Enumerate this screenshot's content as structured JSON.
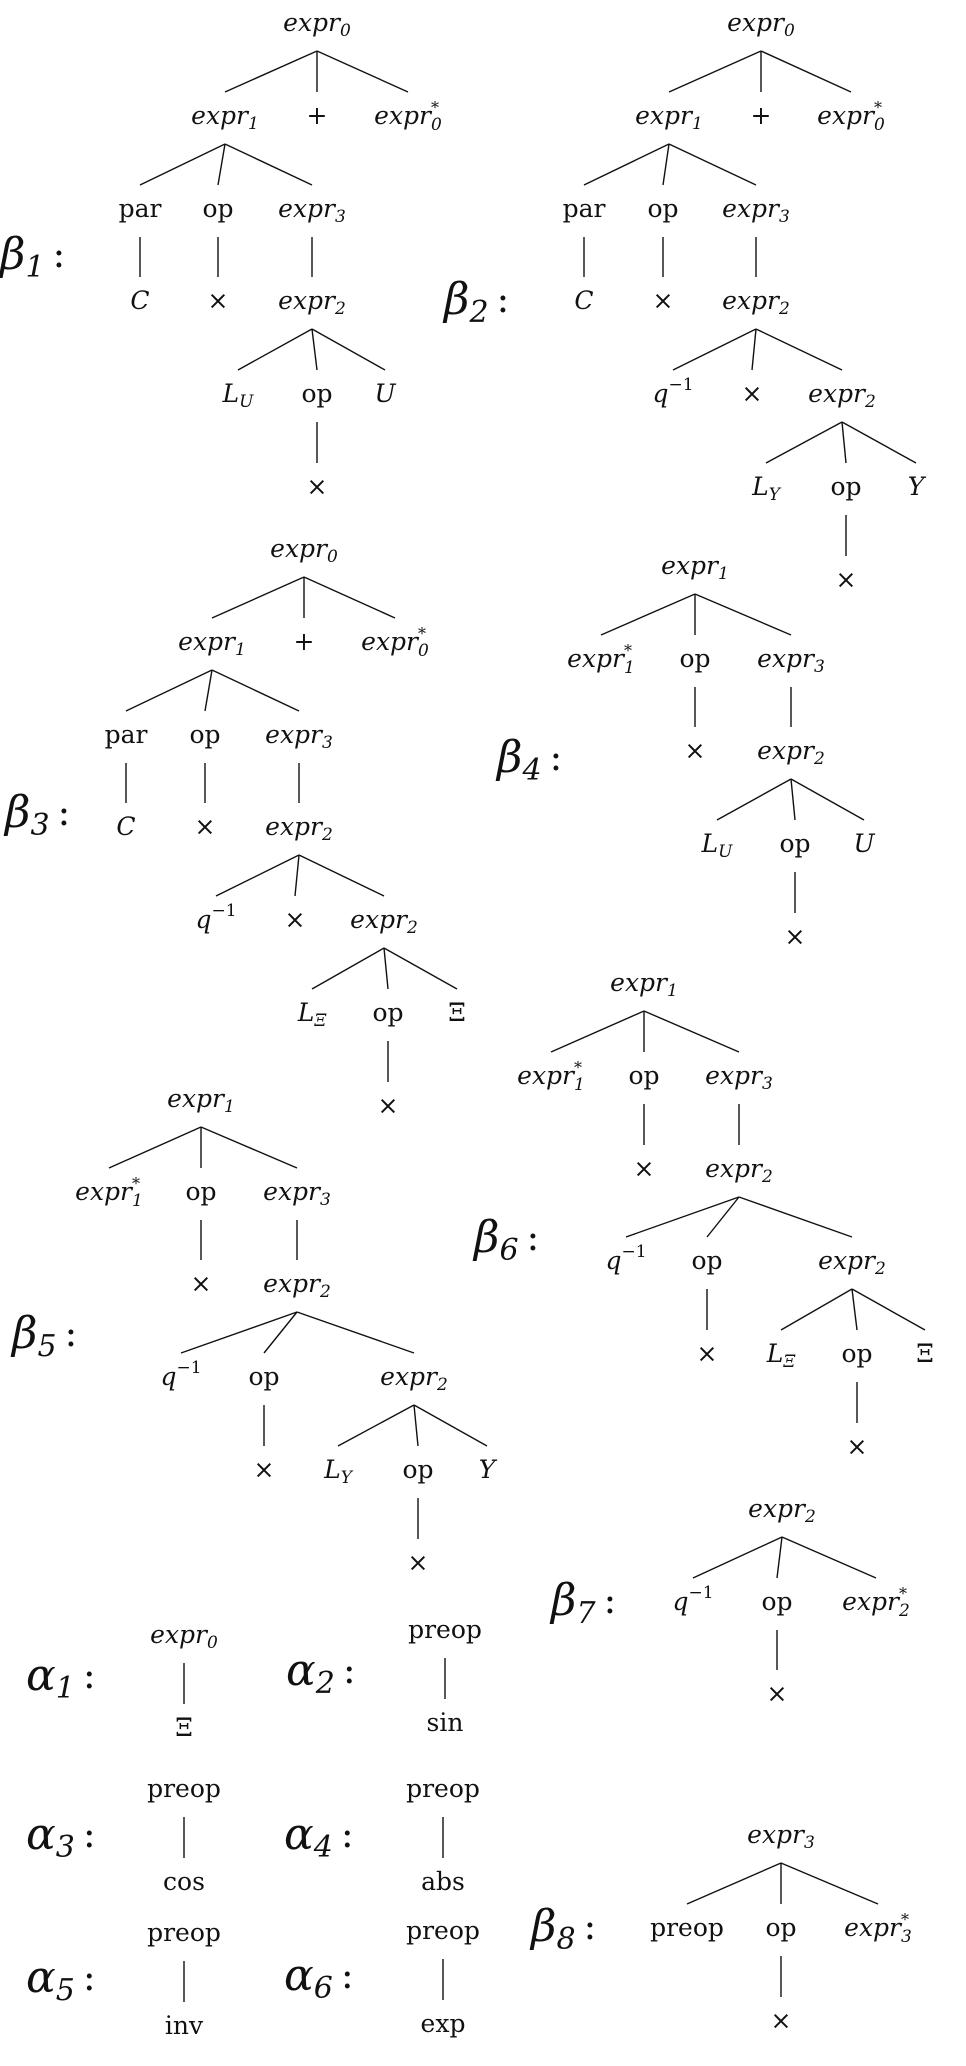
{
  "trees": [
    {
      "id": "beta-1",
      "label": {
        "base": "β",
        "sub": "1",
        "sep": ":"
      },
      "nodes": [
        {
          "id": "b1-n0",
          "base": "expr",
          "sub": "0",
          "it": true
        },
        {
          "id": "b1-n1",
          "base": "expr",
          "sub": "1",
          "it": true
        },
        {
          "id": "b1-n2",
          "base": "+",
          "it": false
        },
        {
          "id": "b1-n3",
          "base": "expr",
          "sub": "0",
          "sup": "*",
          "it": true
        },
        {
          "id": "b1-n4",
          "base": "par",
          "it": false
        },
        {
          "id": "b1-n5",
          "base": "op",
          "it": false
        },
        {
          "id": "b1-n6",
          "base": "expr",
          "sub": "3",
          "it": true
        },
        {
          "id": "b1-n7",
          "base": "C",
          "it": true
        },
        {
          "id": "b1-n8",
          "base": "×",
          "it": false
        },
        {
          "id": "b1-n9",
          "base": "expr",
          "sub": "2",
          "it": true
        },
        {
          "id": "b1-n10",
          "base": "L",
          "sub": "U",
          "it": true
        },
        {
          "id": "b1-n11",
          "base": "op",
          "it": false
        },
        {
          "id": "b1-n12",
          "base": "U",
          "it": true
        },
        {
          "id": "b1-n13",
          "base": "×",
          "it": false
        }
      ],
      "edges": [
        [
          "b1-n0",
          "b1-n1"
        ],
        [
          "b1-n0",
          "b1-n2"
        ],
        [
          "b1-n0",
          "b1-n3"
        ],
        [
          "b1-n1",
          "b1-n4"
        ],
        [
          "b1-n1",
          "b1-n5"
        ],
        [
          "b1-n1",
          "b1-n6"
        ],
        [
          "b1-n4",
          "b1-n7"
        ],
        [
          "b1-n5",
          "b1-n8"
        ],
        [
          "b1-n6",
          "b1-n9"
        ],
        [
          "b1-n9",
          "b1-n10"
        ],
        [
          "b1-n9",
          "b1-n11"
        ],
        [
          "b1-n9",
          "b1-n12"
        ],
        [
          "b1-n11",
          "b1-n13"
        ]
      ]
    },
    {
      "id": "beta-2",
      "label": {
        "base": "β",
        "sub": "2",
        "sep": ":"
      },
      "nodes": [
        {
          "id": "b2-n0",
          "base": "expr",
          "sub": "0",
          "it": true
        },
        {
          "id": "b2-n1",
          "base": "expr",
          "sub": "1",
          "it": true
        },
        {
          "id": "b2-n2",
          "base": "+",
          "it": false
        },
        {
          "id": "b2-n3",
          "base": "expr",
          "sub": "0",
          "sup": "*",
          "it": true
        },
        {
          "id": "b2-n4",
          "base": "par",
          "it": false
        },
        {
          "id": "b2-n5",
          "base": "op",
          "it": false
        },
        {
          "id": "b2-n6",
          "base": "expr",
          "sub": "3",
          "it": true
        },
        {
          "id": "b2-n7",
          "base": "C",
          "it": true
        },
        {
          "id": "b2-n8",
          "base": "×",
          "it": false
        },
        {
          "id": "b2-n9",
          "base": "expr",
          "sub": "2",
          "it": true
        },
        {
          "id": "b2-n10",
          "base": "q",
          "sup": "−1",
          "it": true
        },
        {
          "id": "b2-n11",
          "base": "×",
          "it": false
        },
        {
          "id": "b2-n12",
          "base": "expr",
          "sub": "2",
          "it": true
        },
        {
          "id": "b2-n13",
          "base": "L",
          "sub": "Y",
          "it": true
        },
        {
          "id": "b2-n14",
          "base": "op",
          "it": false
        },
        {
          "id": "b2-n15",
          "base": "Y",
          "it": true
        },
        {
          "id": "b2-n16",
          "base": "×",
          "it": false
        }
      ],
      "edges": [
        [
          "b2-n0",
          "b2-n1"
        ],
        [
          "b2-n0",
          "b2-n2"
        ],
        [
          "b2-n0",
          "b2-n3"
        ],
        [
          "b2-n1",
          "b2-n4"
        ],
        [
          "b2-n1",
          "b2-n5"
        ],
        [
          "b2-n1",
          "b2-n6"
        ],
        [
          "b2-n4",
          "b2-n7"
        ],
        [
          "b2-n5",
          "b2-n8"
        ],
        [
          "b2-n6",
          "b2-n9"
        ],
        [
          "b2-n9",
          "b2-n10"
        ],
        [
          "b2-n9",
          "b2-n11"
        ],
        [
          "b2-n9",
          "b2-n12"
        ],
        [
          "b2-n12",
          "b2-n13"
        ],
        [
          "b2-n12",
          "b2-n14"
        ],
        [
          "b2-n12",
          "b2-n15"
        ],
        [
          "b2-n14",
          "b2-n16"
        ]
      ]
    },
    {
      "id": "beta-3",
      "label": {
        "base": "β",
        "sub": "3",
        "sep": ":"
      },
      "nodes": [
        {
          "id": "b3-n0",
          "base": "expr",
          "sub": "0",
          "it": true
        },
        {
          "id": "b3-n1",
          "base": "expr",
          "sub": "1",
          "it": true
        },
        {
          "id": "b3-n2",
          "base": "+",
          "it": false
        },
        {
          "id": "b3-n3",
          "base": "expr",
          "sub": "0",
          "sup": "*",
          "it": true
        },
        {
          "id": "b3-n4",
          "base": "par",
          "it": false
        },
        {
          "id": "b3-n5",
          "base": "op",
          "it": false
        },
        {
          "id": "b3-n6",
          "base": "expr",
          "sub": "3",
          "it": true
        },
        {
          "id": "b3-n7",
          "base": "C",
          "it": true
        },
        {
          "id": "b3-n8",
          "base": "×",
          "it": false
        },
        {
          "id": "b3-n9",
          "base": "expr",
          "sub": "2",
          "it": true
        },
        {
          "id": "b3-n10",
          "base": "q",
          "sup": "−1",
          "it": true
        },
        {
          "id": "b3-n11",
          "base": "×",
          "it": false
        },
        {
          "id": "b3-n12",
          "base": "expr",
          "sub": "2",
          "it": true
        },
        {
          "id": "b3-n13",
          "base": "L",
          "sub": "Ξ",
          "it": true
        },
        {
          "id": "b3-n14",
          "base": "op",
          "it": false
        },
        {
          "id": "b3-n15",
          "base": "Ξ",
          "it": false
        },
        {
          "id": "b3-n16",
          "base": "×",
          "it": false
        }
      ],
      "edges": [
        [
          "b3-n0",
          "b3-n1"
        ],
        [
          "b3-n0",
          "b3-n2"
        ],
        [
          "b3-n0",
          "b3-n3"
        ],
        [
          "b3-n1",
          "b3-n4"
        ],
        [
          "b3-n1",
          "b3-n5"
        ],
        [
          "b3-n1",
          "b3-n6"
        ],
        [
          "b3-n4",
          "b3-n7"
        ],
        [
          "b3-n5",
          "b3-n8"
        ],
        [
          "b3-n6",
          "b3-n9"
        ],
        [
          "b3-n9",
          "b3-n10"
        ],
        [
          "b3-n9",
          "b3-n11"
        ],
        [
          "b3-n9",
          "b3-n12"
        ],
        [
          "b3-n12",
          "b3-n13"
        ],
        [
          "b3-n12",
          "b3-n14"
        ],
        [
          "b3-n12",
          "b3-n15"
        ],
        [
          "b3-n14",
          "b3-n16"
        ]
      ]
    },
    {
      "id": "beta-4",
      "label": {
        "base": "β",
        "sub": "4",
        "sep": ":"
      },
      "nodes": [
        {
          "id": "b4-n0",
          "base": "expr",
          "sub": "1",
          "it": true
        },
        {
          "id": "b4-n1",
          "base": "expr",
          "sub": "1",
          "sup": "*",
          "it": true
        },
        {
          "id": "b4-n2",
          "base": "op",
          "it": false
        },
        {
          "id": "b4-n3",
          "base": "expr",
          "sub": "3",
          "it": true
        },
        {
          "id": "b4-n4",
          "base": "×",
          "it": false
        },
        {
          "id": "b4-n5",
          "base": "expr",
          "sub": "2",
          "it": true
        },
        {
          "id": "b4-n6",
          "base": "L",
          "sub": "U",
          "it": true
        },
        {
          "id": "b4-n7",
          "base": "op",
          "it": false
        },
        {
          "id": "b4-n8",
          "base": "U",
          "it": true
        },
        {
          "id": "b4-n9",
          "base": "×",
          "it": false
        }
      ],
      "edges": [
        [
          "b4-n0",
          "b4-n1"
        ],
        [
          "b4-n0",
          "b4-n2"
        ],
        [
          "b4-n0",
          "b4-n3"
        ],
        [
          "b4-n2",
          "b4-n4"
        ],
        [
          "b4-n3",
          "b4-n5"
        ],
        [
          "b4-n5",
          "b4-n6"
        ],
        [
          "b4-n5",
          "b4-n7"
        ],
        [
          "b4-n5",
          "b4-n8"
        ],
        [
          "b4-n7",
          "b4-n9"
        ]
      ]
    },
    {
      "id": "beta-5",
      "label": {
        "base": "β",
        "sub": "5",
        "sep": ":"
      },
      "nodes": [
        {
          "id": "b5-n0",
          "base": "expr",
          "sub": "1",
          "it": true
        },
        {
          "id": "b5-n1",
          "base": "expr",
          "sub": "1",
          "sup": "*",
          "it": true
        },
        {
          "id": "b5-n2",
          "base": "op",
          "it": false
        },
        {
          "id": "b5-n3",
          "base": "expr",
          "sub": "3",
          "it": true
        },
        {
          "id": "b5-n4",
          "base": "×",
          "it": false
        },
        {
          "id": "b5-n5",
          "base": "expr",
          "sub": "2",
          "it": true
        },
        {
          "id": "b5-n6",
          "base": "q",
          "sup": "−1",
          "it": true
        },
        {
          "id": "b5-n7",
          "base": "op",
          "it": false
        },
        {
          "id": "b5-n8",
          "base": "expr",
          "sub": "2",
          "it": true
        },
        {
          "id": "b5-n9",
          "base": "×",
          "it": false
        },
        {
          "id": "b5-n10",
          "base": "L",
          "sub": "Y",
          "it": true
        },
        {
          "id": "b5-n11",
          "base": "op",
          "it": false
        },
        {
          "id": "b5-n12",
          "base": "Y",
          "it": true
        },
        {
          "id": "b5-n13",
          "base": "×",
          "it": false
        }
      ],
      "edges": [
        [
          "b5-n0",
          "b5-n1"
        ],
        [
          "b5-n0",
          "b5-n2"
        ],
        [
          "b5-n0",
          "b5-n3"
        ],
        [
          "b5-n2",
          "b5-n4"
        ],
        [
          "b5-n3",
          "b5-n5"
        ],
        [
          "b5-n5",
          "b5-n6"
        ],
        [
          "b5-n5",
          "b5-n7"
        ],
        [
          "b5-n5",
          "b5-n8"
        ],
        [
          "b5-n7",
          "b5-n9"
        ],
        [
          "b5-n8",
          "b5-n10"
        ],
        [
          "b5-n8",
          "b5-n11"
        ],
        [
          "b5-n8",
          "b5-n12"
        ],
        [
          "b5-n11",
          "b5-n13"
        ]
      ]
    },
    {
      "id": "beta-6",
      "label": {
        "base": "β",
        "sub": "6",
        "sep": ":"
      },
      "nodes": [
        {
          "id": "b6-n0",
          "base": "expr",
          "sub": "1",
          "it": true
        },
        {
          "id": "b6-n1",
          "base": "expr",
          "sub": "1",
          "sup": "*",
          "it": true
        },
        {
          "id": "b6-n2",
          "base": "op",
          "it": false
        },
        {
          "id": "b6-n3",
          "base": "expr",
          "sub": "3",
          "it": true
        },
        {
          "id": "b6-n4",
          "base": "×",
          "it": false
        },
        {
          "id": "b6-n5",
          "base": "expr",
          "sub": "2",
          "it": true
        },
        {
          "id": "b6-n6",
          "base": "q",
          "sup": "−1",
          "it": true
        },
        {
          "id": "b6-n7",
          "base": "op",
          "it": false
        },
        {
          "id": "b6-n8",
          "base": "expr",
          "sub": "2",
          "it": true
        },
        {
          "id": "b6-n9",
          "base": "×",
          "it": false
        },
        {
          "id": "b6-n10",
          "base": "L",
          "sub": "Ξ",
          "it": true
        },
        {
          "id": "b6-n11",
          "base": "op",
          "it": false
        },
        {
          "id": "b6-n12",
          "base": "Ξ",
          "it": false
        },
        {
          "id": "b6-n13",
          "base": "×",
          "it": false
        }
      ],
      "edges": [
        [
          "b6-n0",
          "b6-n1"
        ],
        [
          "b6-n0",
          "b6-n2"
        ],
        [
          "b6-n0",
          "b6-n3"
        ],
        [
          "b6-n2",
          "b6-n4"
        ],
        [
          "b6-n3",
          "b6-n5"
        ],
        [
          "b6-n5",
          "b6-n6"
        ],
        [
          "b6-n5",
          "b6-n7"
        ],
        [
          "b6-n5",
          "b6-n8"
        ],
        [
          "b6-n7",
          "b6-n9"
        ],
        [
          "b6-n8",
          "b6-n10"
        ],
        [
          "b6-n8",
          "b6-n11"
        ],
        [
          "b6-n8",
          "b6-n12"
        ],
        [
          "b6-n11",
          "b6-n13"
        ]
      ]
    },
    {
      "id": "beta-7",
      "label": {
        "base": "β",
        "sub": "7",
        "sep": ":"
      },
      "nodes": [
        {
          "id": "b7-n0",
          "base": "expr",
          "sub": "2",
          "it": true
        },
        {
          "id": "b7-n1",
          "base": "q",
          "sup": "−1",
          "it": true
        },
        {
          "id": "b7-n2",
          "base": "op",
          "it": false
        },
        {
          "id": "b7-n3",
          "base": "expr",
          "sub": "2",
          "sup": "*",
          "it": true
        },
        {
          "id": "b7-n4",
          "base": "×",
          "it": false
        }
      ],
      "edges": [
        [
          "b7-n0",
          "b7-n1"
        ],
        [
          "b7-n0",
          "b7-n2"
        ],
        [
          "b7-n0",
          "b7-n3"
        ],
        [
          "b7-n2",
          "b7-n4"
        ]
      ]
    },
    {
      "id": "beta-8",
      "label": {
        "base": "β",
        "sub": "8",
        "sep": ":"
      },
      "nodes": [
        {
          "id": "b8-n0",
          "base": "expr",
          "sub": "3",
          "it": true
        },
        {
          "id": "b8-n1",
          "base": "preop",
          "it": false
        },
        {
          "id": "b8-n2",
          "base": "op",
          "it": false
        },
        {
          "id": "b8-n3",
          "base": "expr",
          "sub": "3",
          "sup": "*",
          "it": true
        },
        {
          "id": "b8-n4",
          "base": "×",
          "it": false
        }
      ],
      "edges": [
        [
          "b8-n0",
          "b8-n1"
        ],
        [
          "b8-n0",
          "b8-n2"
        ],
        [
          "b8-n0",
          "b8-n3"
        ],
        [
          "b8-n2",
          "b8-n4"
        ]
      ]
    },
    {
      "id": "alpha-1",
      "label": {
        "base": "α",
        "sub": "1",
        "sep": ":"
      },
      "nodes": [
        {
          "id": "a1-n0",
          "base": "expr",
          "sub": "0",
          "it": true
        },
        {
          "id": "a1-n1",
          "base": "Ξ",
          "it": false
        }
      ],
      "edges": [
        [
          "a1-n0",
          "a1-n1"
        ]
      ]
    },
    {
      "id": "alpha-2",
      "label": {
        "base": "α",
        "sub": "2",
        "sep": ":"
      },
      "nodes": [
        {
          "id": "a2-n0",
          "base": "preop",
          "it": false
        },
        {
          "id": "a2-n1",
          "base": "sin",
          "it": false
        }
      ],
      "edges": [
        [
          "a2-n0",
          "a2-n1"
        ]
      ]
    },
    {
      "id": "alpha-3",
      "label": {
        "base": "α",
        "sub": "3",
        "sep": ":"
      },
      "nodes": [
        {
          "id": "a3-n0",
          "base": "preop",
          "it": false
        },
        {
          "id": "a3-n1",
          "base": "cos",
          "it": false
        }
      ],
      "edges": [
        [
          "a3-n0",
          "a3-n1"
        ]
      ]
    },
    {
      "id": "alpha-4",
      "label": {
        "base": "α",
        "sub": "4",
        "sep": ":"
      },
      "nodes": [
        {
          "id": "a4-n0",
          "base": "preop",
          "it": false
        },
        {
          "id": "a4-n1",
          "base": "abs",
          "it": false
        }
      ],
      "edges": [
        [
          "a4-n0",
          "a4-n1"
        ]
      ]
    },
    {
      "id": "alpha-5",
      "label": {
        "base": "α",
        "sub": "5",
        "sep": ":"
      },
      "nodes": [
        {
          "id": "a5-n0",
          "base": "preop",
          "it": false
        },
        {
          "id": "a5-n1",
          "base": "inv",
          "it": false
        }
      ],
      "edges": [
        [
          "a5-n0",
          "a5-n1"
        ]
      ]
    },
    {
      "id": "alpha-6",
      "label": {
        "base": "α",
        "sub": "6",
        "sep": ":"
      },
      "nodes": [
        {
          "id": "a6-n0",
          "base": "preop",
          "it": false
        },
        {
          "id": "a6-n1",
          "base": "exp",
          "it": false
        }
      ],
      "edges": [
        [
          "a6-n0",
          "a6-n1"
        ]
      ]
    }
  ]
}
